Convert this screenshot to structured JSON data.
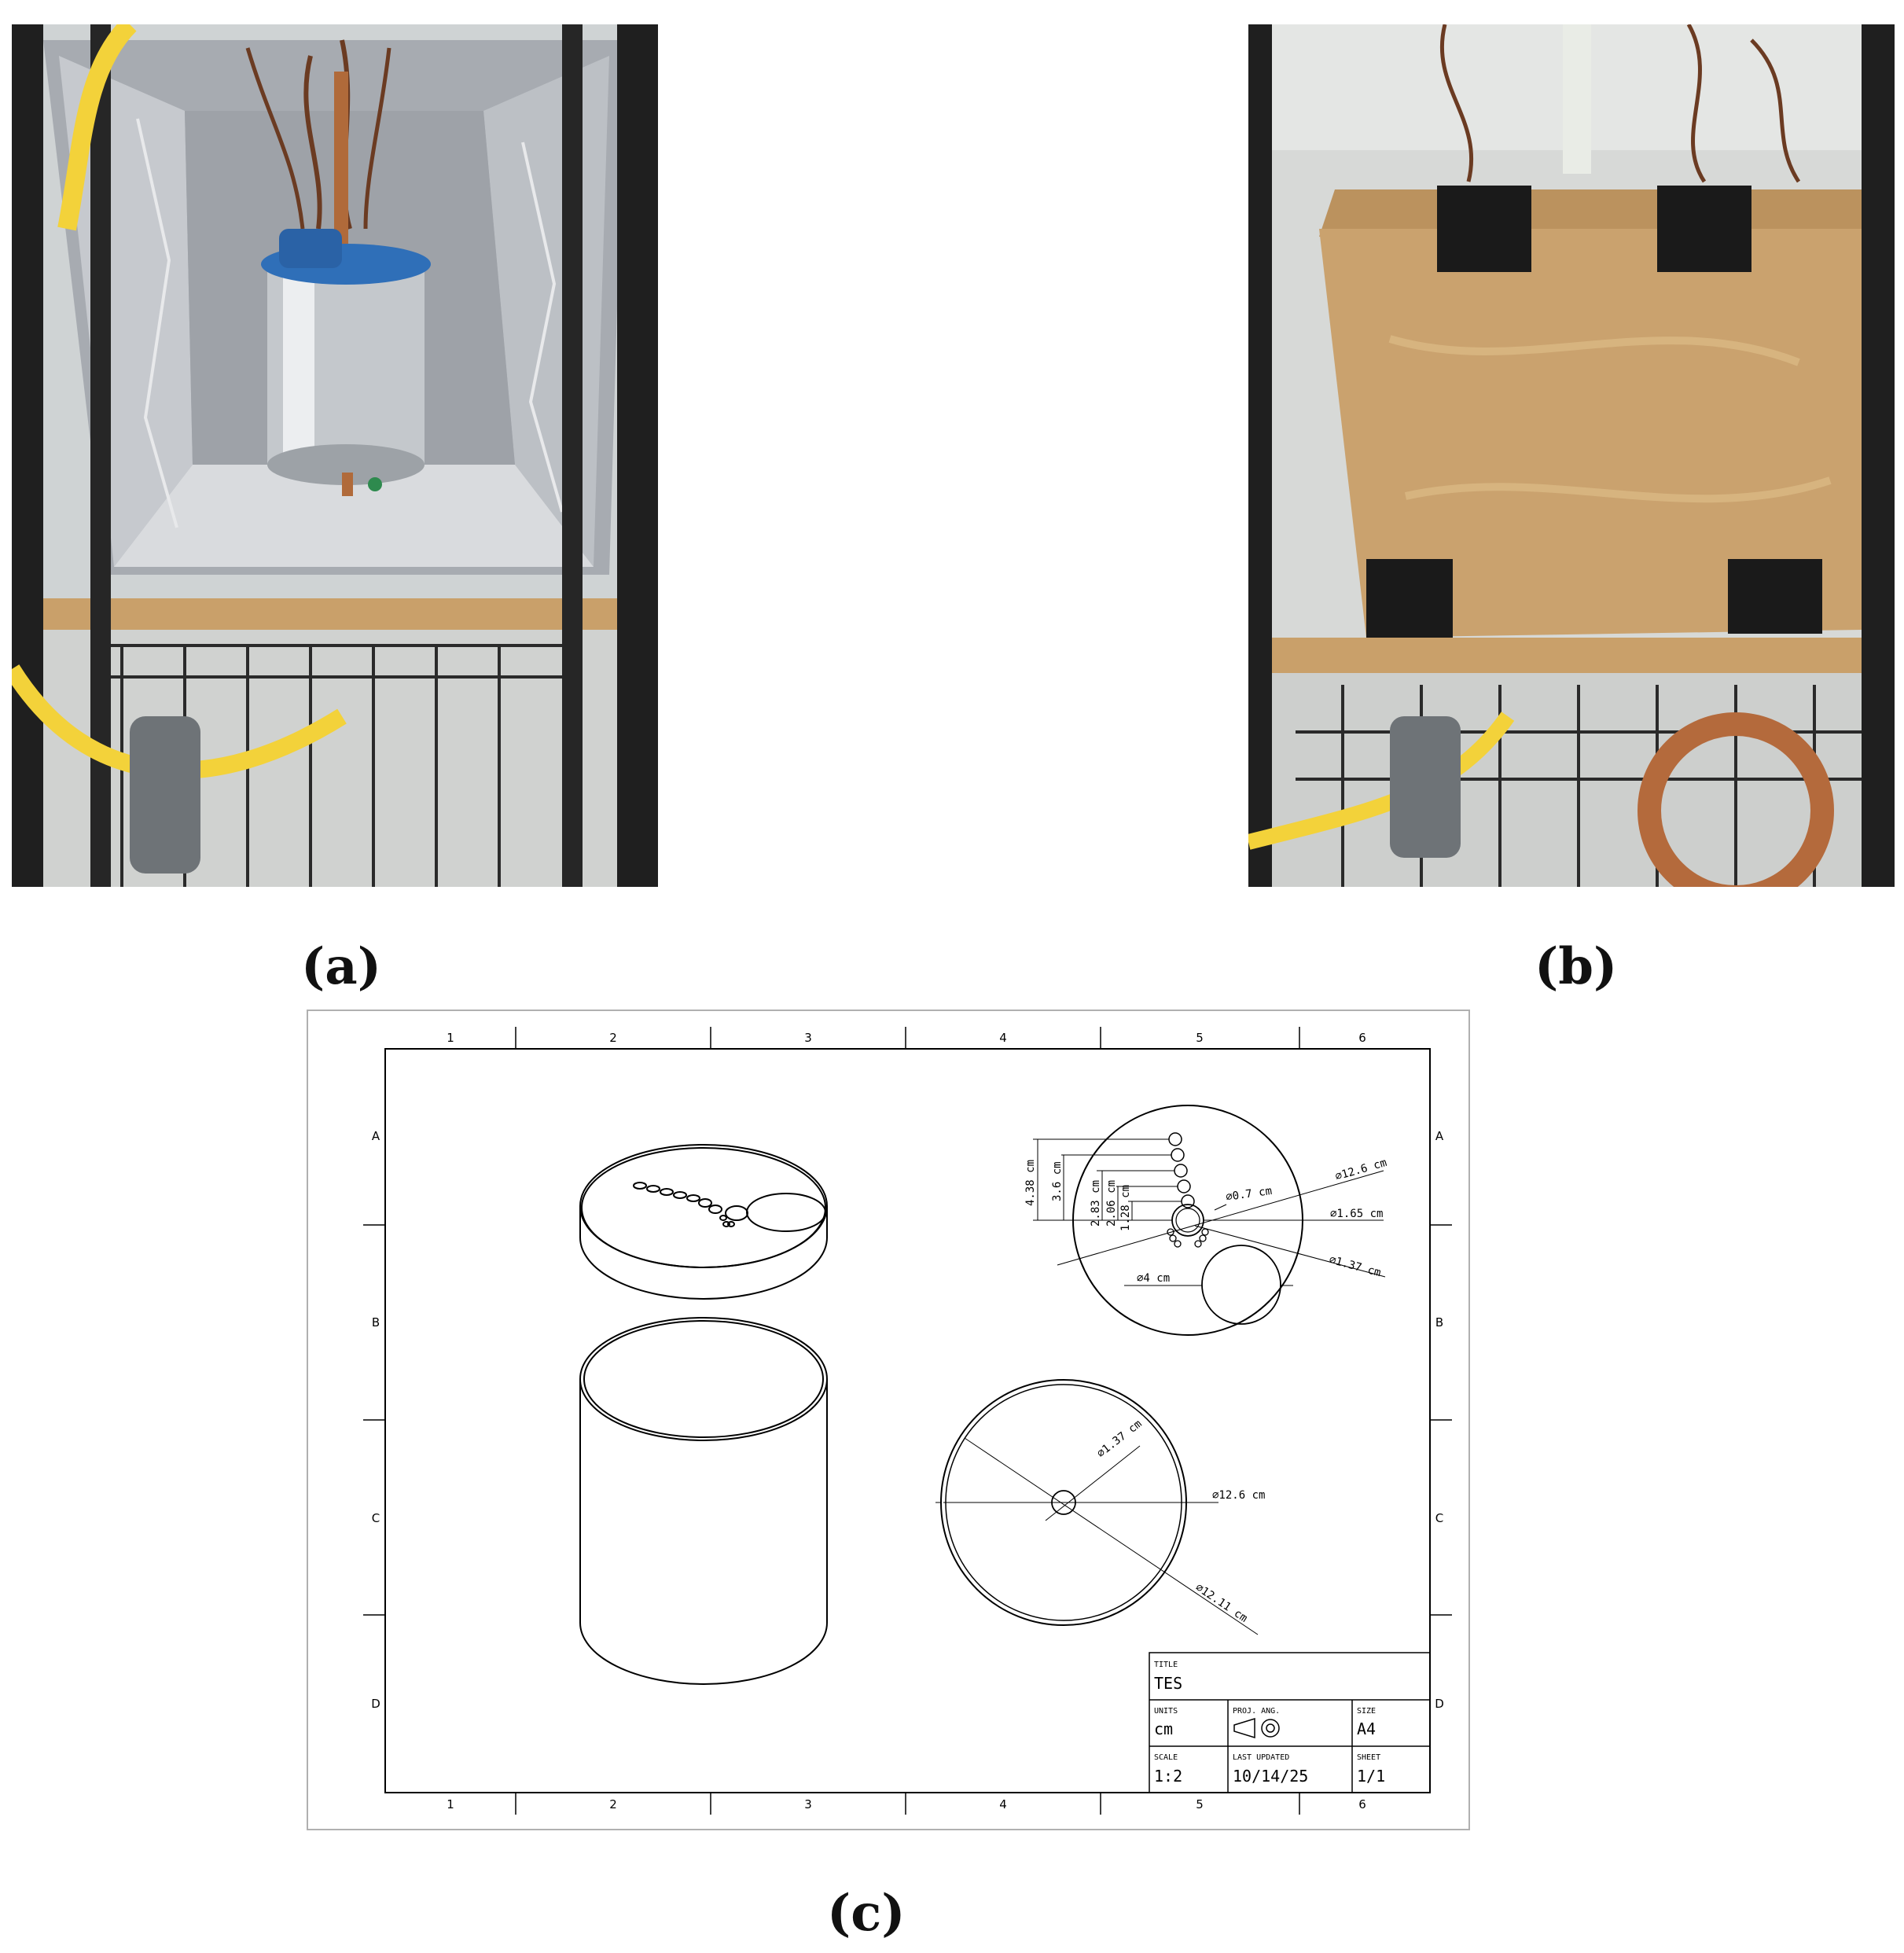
{
  "panel_labels": {
    "a": "(a)",
    "b": "(b)",
    "c": "(c)"
  },
  "photos": {
    "a": {
      "icon": "photo-tes-vessel-in-foil-lined-enclosure"
    },
    "b": {
      "icon": "photo-insulated-wooden-box-enclosure"
    }
  },
  "drawing": {
    "zone_columns": [
      "1",
      "2",
      "3",
      "4",
      "5",
      "6"
    ],
    "zone_rows": [
      "A",
      "B",
      "C",
      "D"
    ],
    "top_view_dimensions": {
      "d_outer": "⌀12.6 cm",
      "d_center_hole": "⌀1.65 cm",
      "d_small_hole": "⌀1.37 cm",
      "d_sensor_hole": "⌀0.7 cm",
      "d_large_hole": "⌀4 cm",
      "h_438": "4.38 cm",
      "h_36": "3.6 cm",
      "h_283": "2.83 cm",
      "h_206": "2.06 cm",
      "h_128": "1.28 cm"
    },
    "bottom_view_dimensions": {
      "d_center": "⌀1.37 cm",
      "d_outer": "⌀12.6 cm",
      "d_inner": "⌀12.11 cm"
    },
    "title_block": {
      "title_label": "TITLE",
      "title": "TES",
      "units_label": "UNITS",
      "units": "cm",
      "proj_label": "PROJ. ANG.",
      "size_label": "SIZE",
      "size": "A4",
      "scale_label": "SCALE",
      "scale": "1:2",
      "updated_label": "LAST UPDATED",
      "updated": "10/14/25",
      "sheet_label": "SHEET",
      "sheet": "1/1"
    }
  },
  "colors": {
    "foil": "#b9bcc2",
    "wood": "#caa26e",
    "lid_blue": "#2f6fb8",
    "tape": "#1a1a1a",
    "hose": "#f3d23a"
  }
}
